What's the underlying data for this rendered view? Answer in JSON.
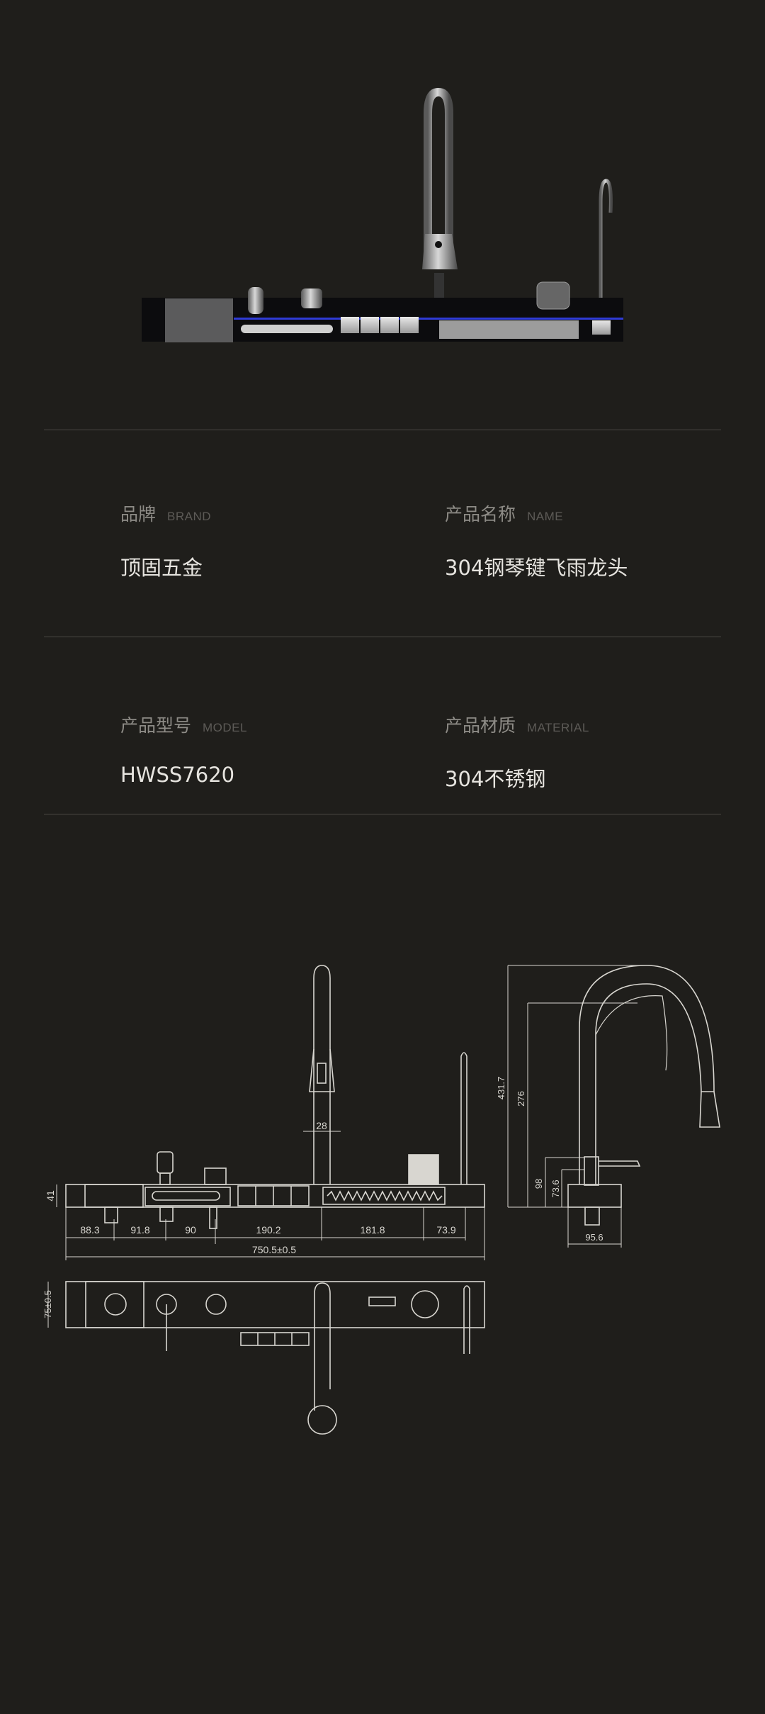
{
  "specs": {
    "brand": {
      "label": "品牌",
      "label_en": "BRAND",
      "value": "顶固五金"
    },
    "name": {
      "label": "产品名称",
      "label_en": "NAME",
      "value": "304钢琴键飞雨龙头"
    },
    "model": {
      "label": "产品型号",
      "label_en": "MODEL",
      "value": "HWSS7620"
    },
    "material": {
      "label": "产品材质",
      "label_en": "MATERIAL",
      "value": "304不锈钢"
    }
  },
  "drawing": {
    "front_dims": [
      "88.3",
      "91.8",
      "90",
      "190.2",
      "181.8",
      "73.9"
    ],
    "total_width": "750.5±0.5",
    "height_41": "41",
    "spout_dia": "28",
    "side_dims": {
      "total_height": "431.7",
      "spout_height": "276",
      "h98": "98",
      "h73": "73.6",
      "base_width": "95.6"
    },
    "depth": "75±0.5"
  },
  "colors": {
    "background": "#1f1e1b",
    "line": "#d8d6d0",
    "accent_led": "#2f3bd6"
  }
}
